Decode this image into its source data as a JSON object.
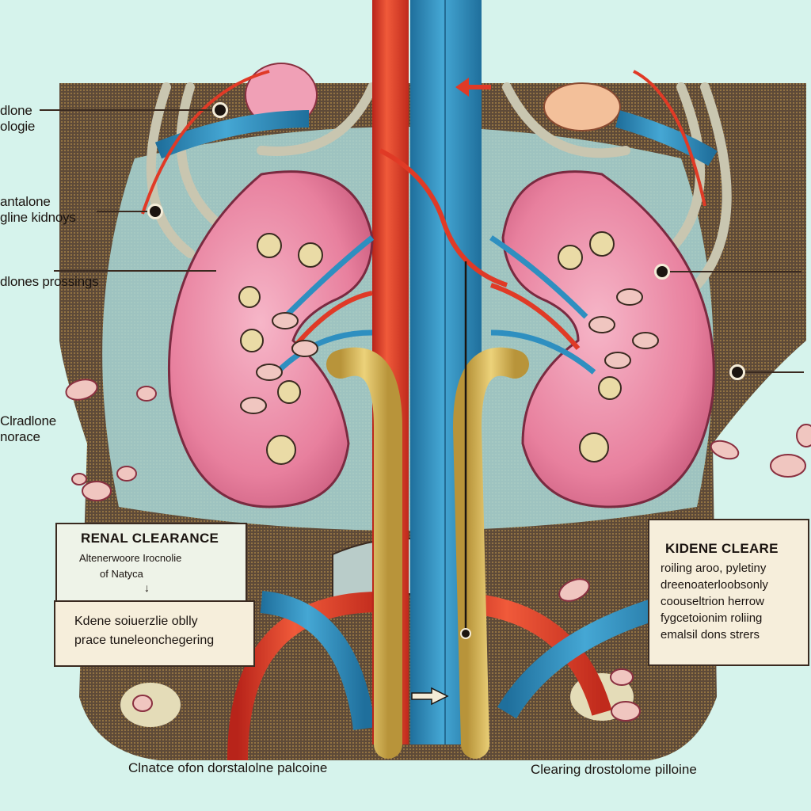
{
  "diagram": {
    "subject": "Kidney anatomy illustration showing drug (pill) clearance",
    "colors": {
      "background": "#d6f3ec",
      "torso": "#5e4a38",
      "kidney": "#e8809e",
      "kidney_light": "#f2a9bf",
      "artery": "#e03a26",
      "vein": "#2e8fc0",
      "ureter": "#d9b85a",
      "pill_pink": "#f0c6c0",
      "pill_tan": "#eadba6",
      "box_fill": "#f6eedb"
    },
    "left_labels": [
      {
        "text": "dlone\nologie"
      },
      {
        "text": "antalone\ngline kidnoys"
      },
      {
        "text": "dlones prossings"
      },
      {
        "text": "Clradlone\nnorace"
      }
    ],
    "left_box": {
      "title": "RENAL CLEARANCE",
      "subtitle_lines": [
        "Altenerwoore Irocnolie",
        "of Natyca"
      ],
      "inner_lines": [
        "Kdene soiuerzlie oblly",
        "prace tuneleonchegering"
      ]
    },
    "right_box": {
      "title": "KIDENE CLEARE",
      "lines": [
        "roiling aroo, pyletiny",
        "dreenoaterloobsonly",
        "coouseltrion herrow",
        "fygcetoionim roliing",
        "emalsil dons strers"
      ]
    },
    "captions": {
      "left": "Clnatce ofon dorstalolne palcoine",
      "right": "Clearing drostolome pilloine"
    }
  }
}
